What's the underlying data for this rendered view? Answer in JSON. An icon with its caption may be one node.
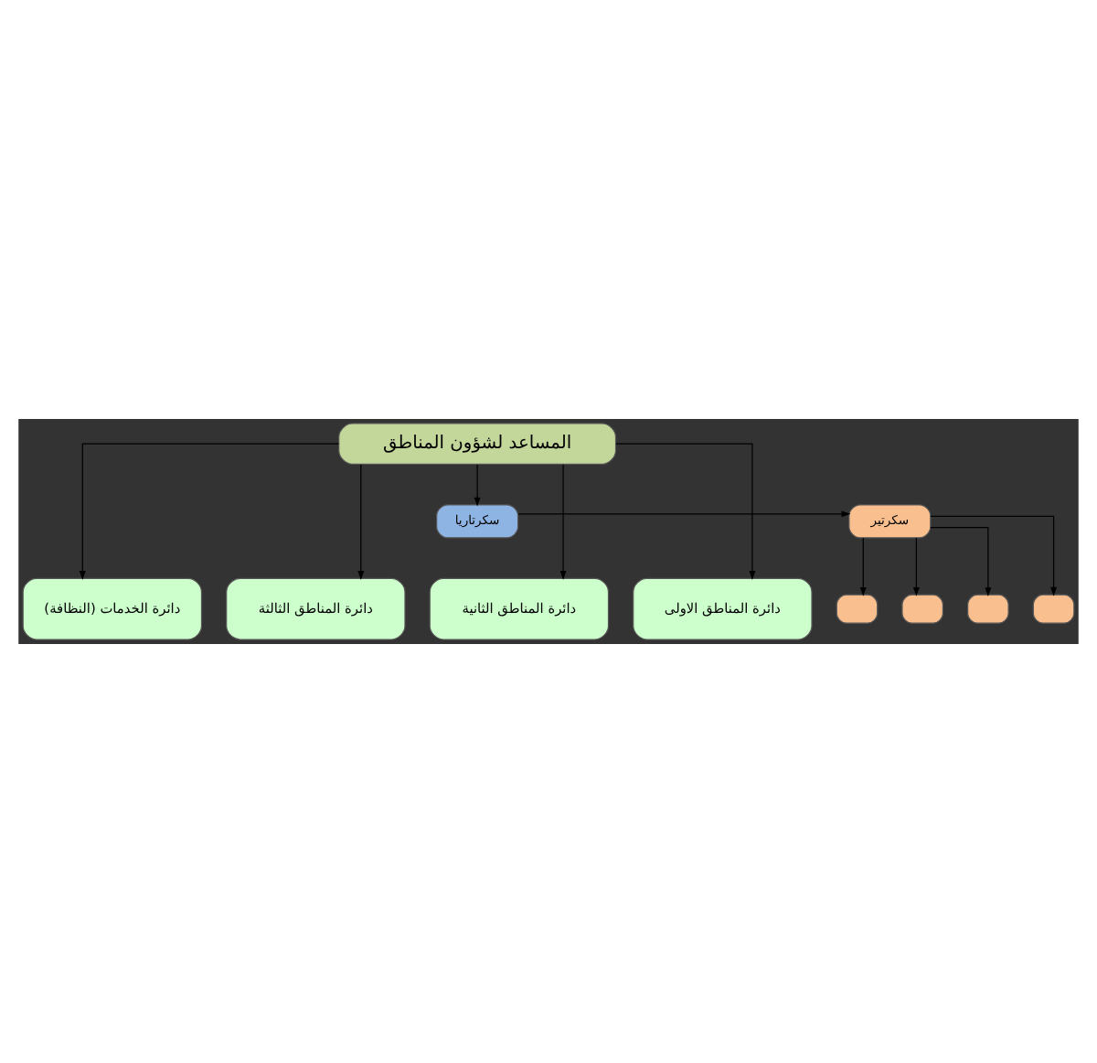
{
  "diagram": {
    "nodes": [
      {
        "text": [
          "المساعد لشؤون المناطق"
        ]
      },
      {
        "text": [
          "سكرتاريا"
        ]
      },
      {
        "text": [
          "سكرتير"
        ]
      },
      {
        "text": [],
        "shape": "box"
      },
      {
        "text": [],
        "shape": "box"
      },
      {
        "text": [],
        "shape": "box"
      },
      {
        "text": [],
        "shape": "box"
      },
      {
        "text": [
          "دائرة المناطق الاولى"
        ]
      },
      {
        "text": [
          "دائرة المناطق الثانية"
        ]
      },
      {
        "text": [
          "دائرة المناطق الثالثة"
        ]
      },
      {
        "text": [
          "دائرة الخدمات (النظافة)"
        ]
      }
    ],
    "edges": [
      {
        "from": 0,
        "to": 1,
        "arrow": "to"
      },
      {
        "from": 1,
        "to": 2,
        "arrow": "to"
      },
      {
        "from": 2,
        "to": 3,
        "arrow": "to"
      },
      {
        "from": 2,
        "to": 4,
        "arrow": "to"
      },
      {
        "from": 2,
        "to": 5,
        "arrow": "to"
      },
      {
        "from": 2,
        "to": 6,
        "arrow": "to"
      },
      {
        "from": 0,
        "to": 7,
        "arrow": "to"
      },
      {
        "from": 0,
        "to": 8,
        "arrow": "to"
      },
      {
        "from": 0,
        "to": 9,
        "arrow": "to"
      },
      {
        "from": 0,
        "to": 10,
        "arrow": "to"
      }
    ]
  }
}
